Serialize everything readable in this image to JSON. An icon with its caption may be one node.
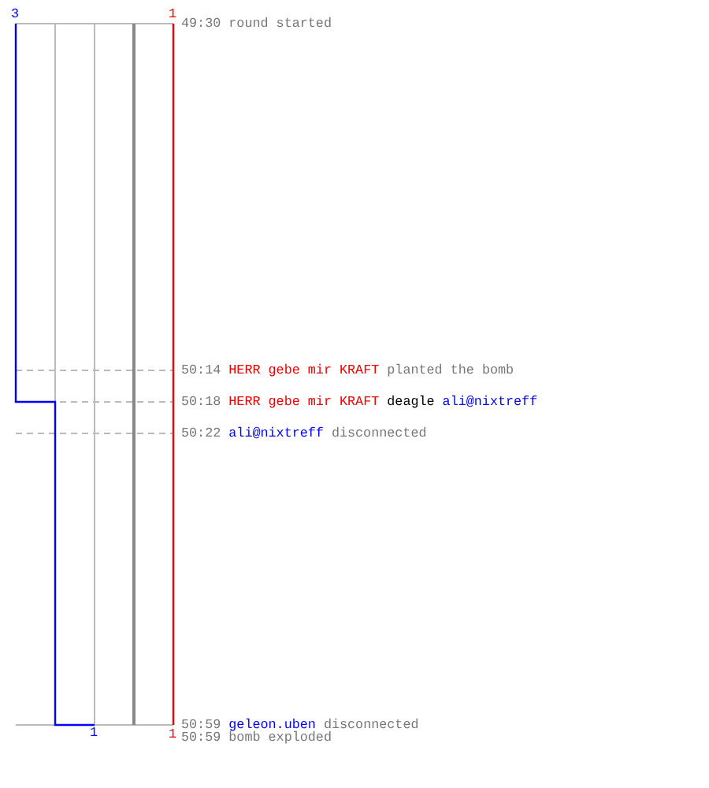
{
  "diagram": {
    "labels": [
      "3",
      "1",
      "49:30",
      "round started",
      "50:14",
      "HERR gebe mir KRAFT",
      "planted the bomb",
      "50:18",
      "HERR gebe mir KRAFT",
      "deagle",
      "ali@nixtreff",
      "50:22",
      "ali@nixtreff",
      "disconnected",
      "50:59",
      "geleon.uben",
      "disconnected",
      "1",
      "1",
      "50:59",
      "bomb exploded"
    ]
  }
}
